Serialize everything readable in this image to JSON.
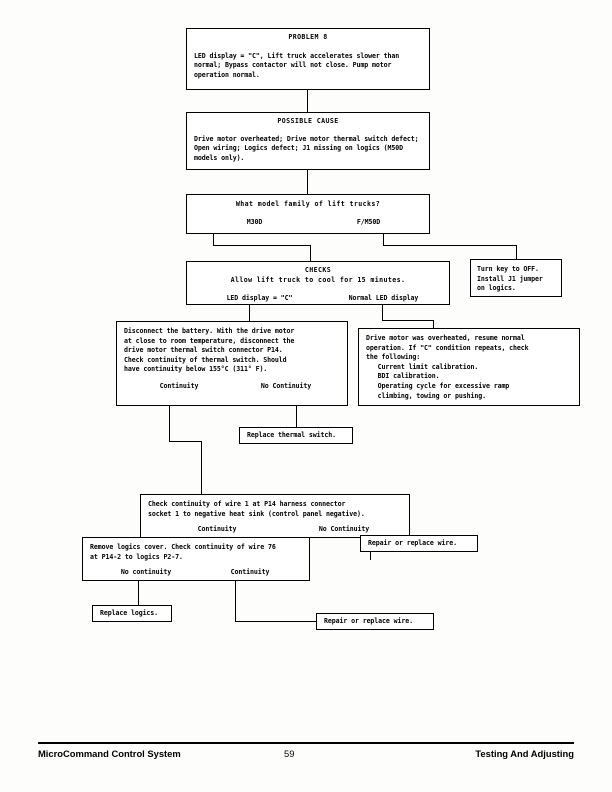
{
  "document": {
    "footer": {
      "left": "MicroCommand Control System",
      "page_number": "59",
      "right": "Testing And Adjusting"
    }
  },
  "flowchart": {
    "problem": {
      "title": "PROBLEM 8",
      "body": "LED display = \"C\", Lift truck accelerates slower than\nnormal; Bypass contactor will not close. Pump motor\noperation normal."
    },
    "possible_cause": {
      "title": "POSSIBLE CAUSE",
      "body": "Drive motor overheated; Drive motor thermal switch defect;\nOpen wiring; Logics defect; J1 missing on logics (M50D\nmodels only)."
    },
    "model_question": {
      "title": "What model family of lift trucks?",
      "option_left": "M30D",
      "option_right": "F/M50D"
    },
    "checks": {
      "title": "CHECKS",
      "subtitle": "Allow lift truck to cool for 15 minutes.",
      "option_left": "LED display = \"C\"",
      "option_right": "Normal LED display"
    },
    "turn_key": {
      "body": "Turn key to OFF.\nInstall J1 jumper\non logics."
    },
    "thermal_switch_check": {
      "body": "Disconnect the battery. With the drive motor\nat close to room temperature, disconnect the\ndrive motor thermal switch connector P14.\nCheck continuity of thermal switch. Should\nhave continuity below 155°C (311° F).",
      "option_left": "Continuity",
      "option_right": "No Continuity"
    },
    "overheated_resume": {
      "body": "Drive motor was overheated, resume normal\noperation. If \"C\" condition repeats, check\nthe following:\n   Current limit calibration.\n   BDI calibration.\n   Operating cycle for excessive ramp\n   climbing, towing or pushing."
    },
    "replace_thermal_switch": {
      "body": "Replace thermal switch."
    },
    "wire1_check": {
      "body": "Check continuity of wire 1 at P14 harness connector\nsocket 1 to negative heat sink (control panel negative).",
      "option_left": "Continuity",
      "option_right": "No Continuity"
    },
    "repair_wire_right": {
      "body": "Repair or replace wire."
    },
    "logics_cover_check": {
      "body": "Remove logics cover. Check continuity of wire 76\nat P14-2 to logics P2-7.",
      "option_left": "No continuity",
      "option_right": "Continuity"
    },
    "replace_logics": {
      "body": "Replace logics."
    },
    "repair_wire_bottom": {
      "body": "Repair or replace wire."
    }
  }
}
